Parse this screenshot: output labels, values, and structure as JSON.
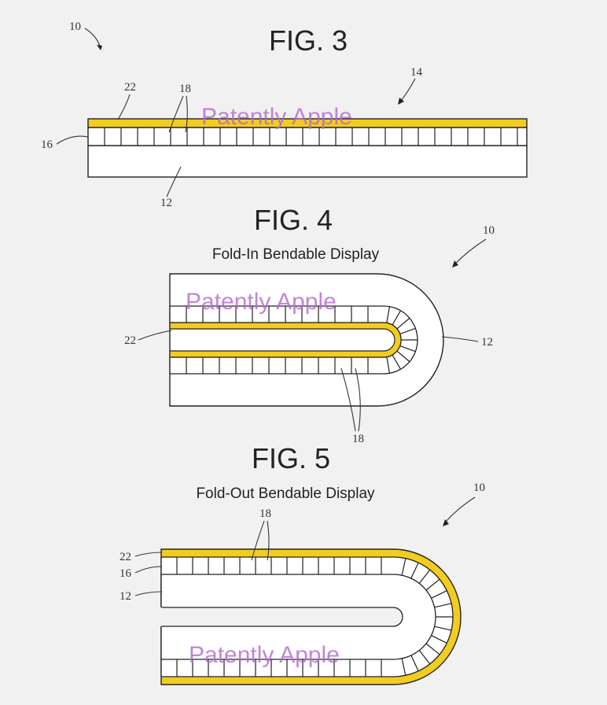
{
  "watermark": "Patently Apple",
  "figures": [
    {
      "title": "FIG. 3",
      "subtitle": "",
      "refs": {
        "device": "10",
        "layer_yellow": "22",
        "pixels": "18",
        "arrow": "14",
        "pixel_row": "16",
        "substrate": "12"
      }
    },
    {
      "title": "FIG. 4",
      "subtitle": "Fold-In Bendable Display",
      "refs": {
        "device": "10",
        "layer_yellow": "22",
        "pixels": "18",
        "substrate": "12"
      }
    },
    {
      "title": "FIG. 5",
      "subtitle": "Fold-Out Bendable Display",
      "refs": {
        "device": "10",
        "layer_yellow": "22",
        "pixels": "18",
        "pixel_row": "16",
        "substrate": "12"
      }
    }
  ],
  "colors": {
    "background": "#f1f1f1",
    "display_layer": "#f2cd1f",
    "outline": "#222222",
    "watermark": "#b36ad0"
  }
}
